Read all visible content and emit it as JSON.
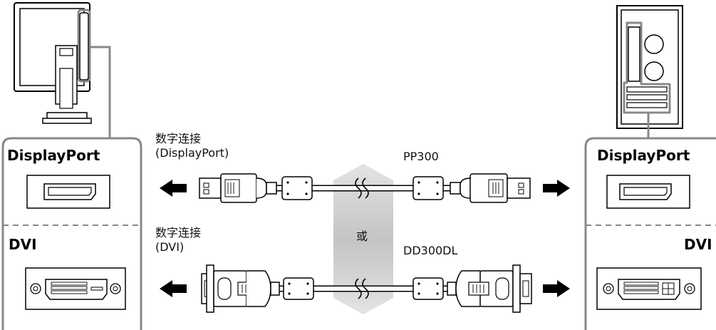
{
  "monitor_panel": {
    "displayport_label": "DisplayPort",
    "dvi_label": "DVI"
  },
  "pc_panel": {
    "displayport_label": "DisplayPort",
    "dvi_label": "DVI"
  },
  "connections": {
    "dp_caption_line1": "数字连接",
    "dp_caption_line2": "(DisplayPort)",
    "dp_cable_model": "PP300",
    "or_label": "或",
    "dvi_caption_line1": "数字连接",
    "dvi_caption_line2": "(DVI)",
    "dvi_cable_model": "DD300DL"
  },
  "icons": [
    "monitor-icon",
    "pc-tower-icon",
    "displayport-connector-icon",
    "dvi-connector-icon",
    "arrow-left-icon",
    "arrow-right-icon",
    "cable-break-icon"
  ]
}
